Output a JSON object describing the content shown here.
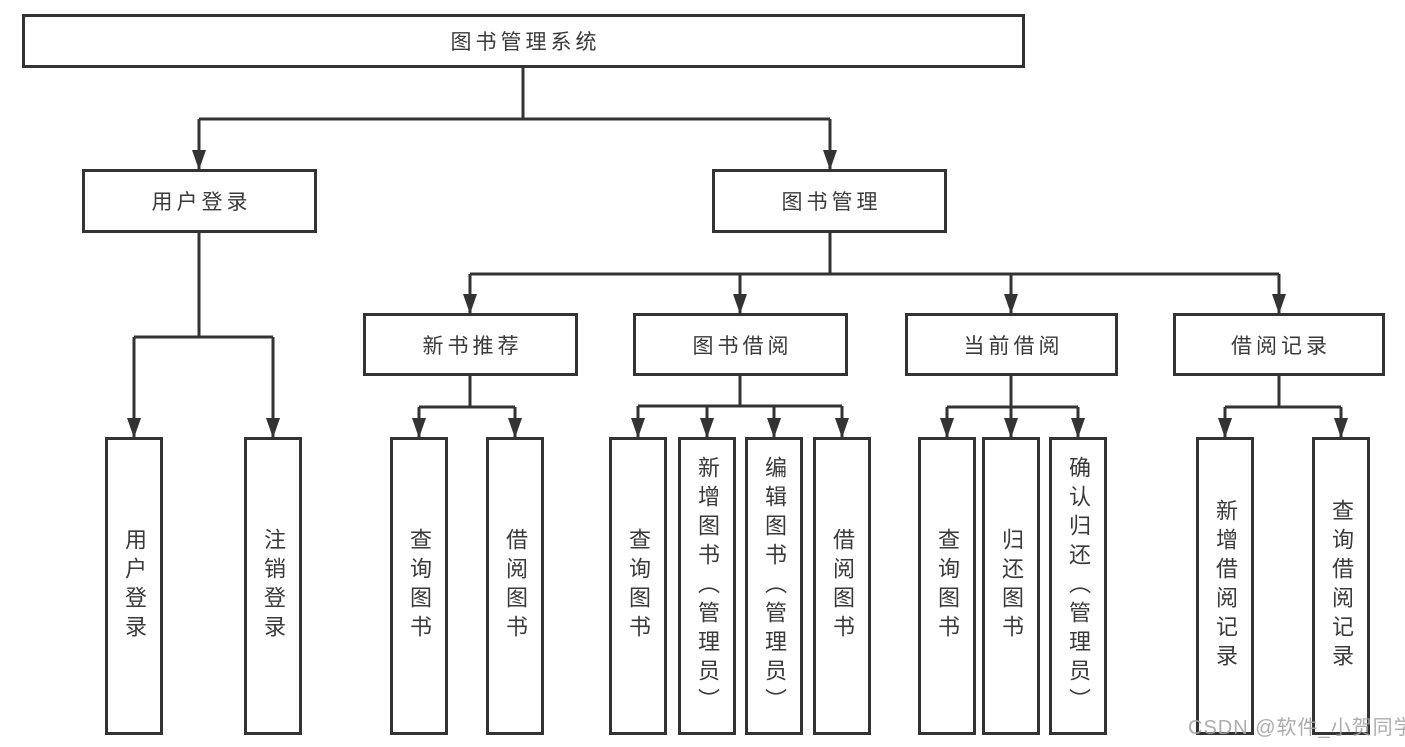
{
  "diagram": {
    "title": "图书管理系统",
    "branches": [
      {
        "label": "用户登录",
        "children": [
          "用户登录",
          "注销登录"
        ]
      },
      {
        "label": "图书管理",
        "sections": [
          {
            "label": "新书推荐",
            "children": [
              "查询图书",
              "借阅图书"
            ]
          },
          {
            "label": "图书借阅",
            "children": [
              "查询图书",
              "新增图书（管理员）",
              "编辑图书（管理员）",
              "借阅图书"
            ]
          },
          {
            "label": "当前借阅",
            "children": [
              "查询图书",
              "归还图书",
              "确认归还（管理员）"
            ]
          },
          {
            "label": "借阅记录",
            "children": [
              "新增借阅记录",
              "查询借阅记录"
            ]
          }
        ]
      }
    ],
    "colors": {
      "line": "#333333",
      "text": "#3a3a3a",
      "background": "#ffffff",
      "watermark": "#a4a4a4"
    }
  },
  "watermark": {
    "text": "CSDN @软件_小贺同学"
  }
}
